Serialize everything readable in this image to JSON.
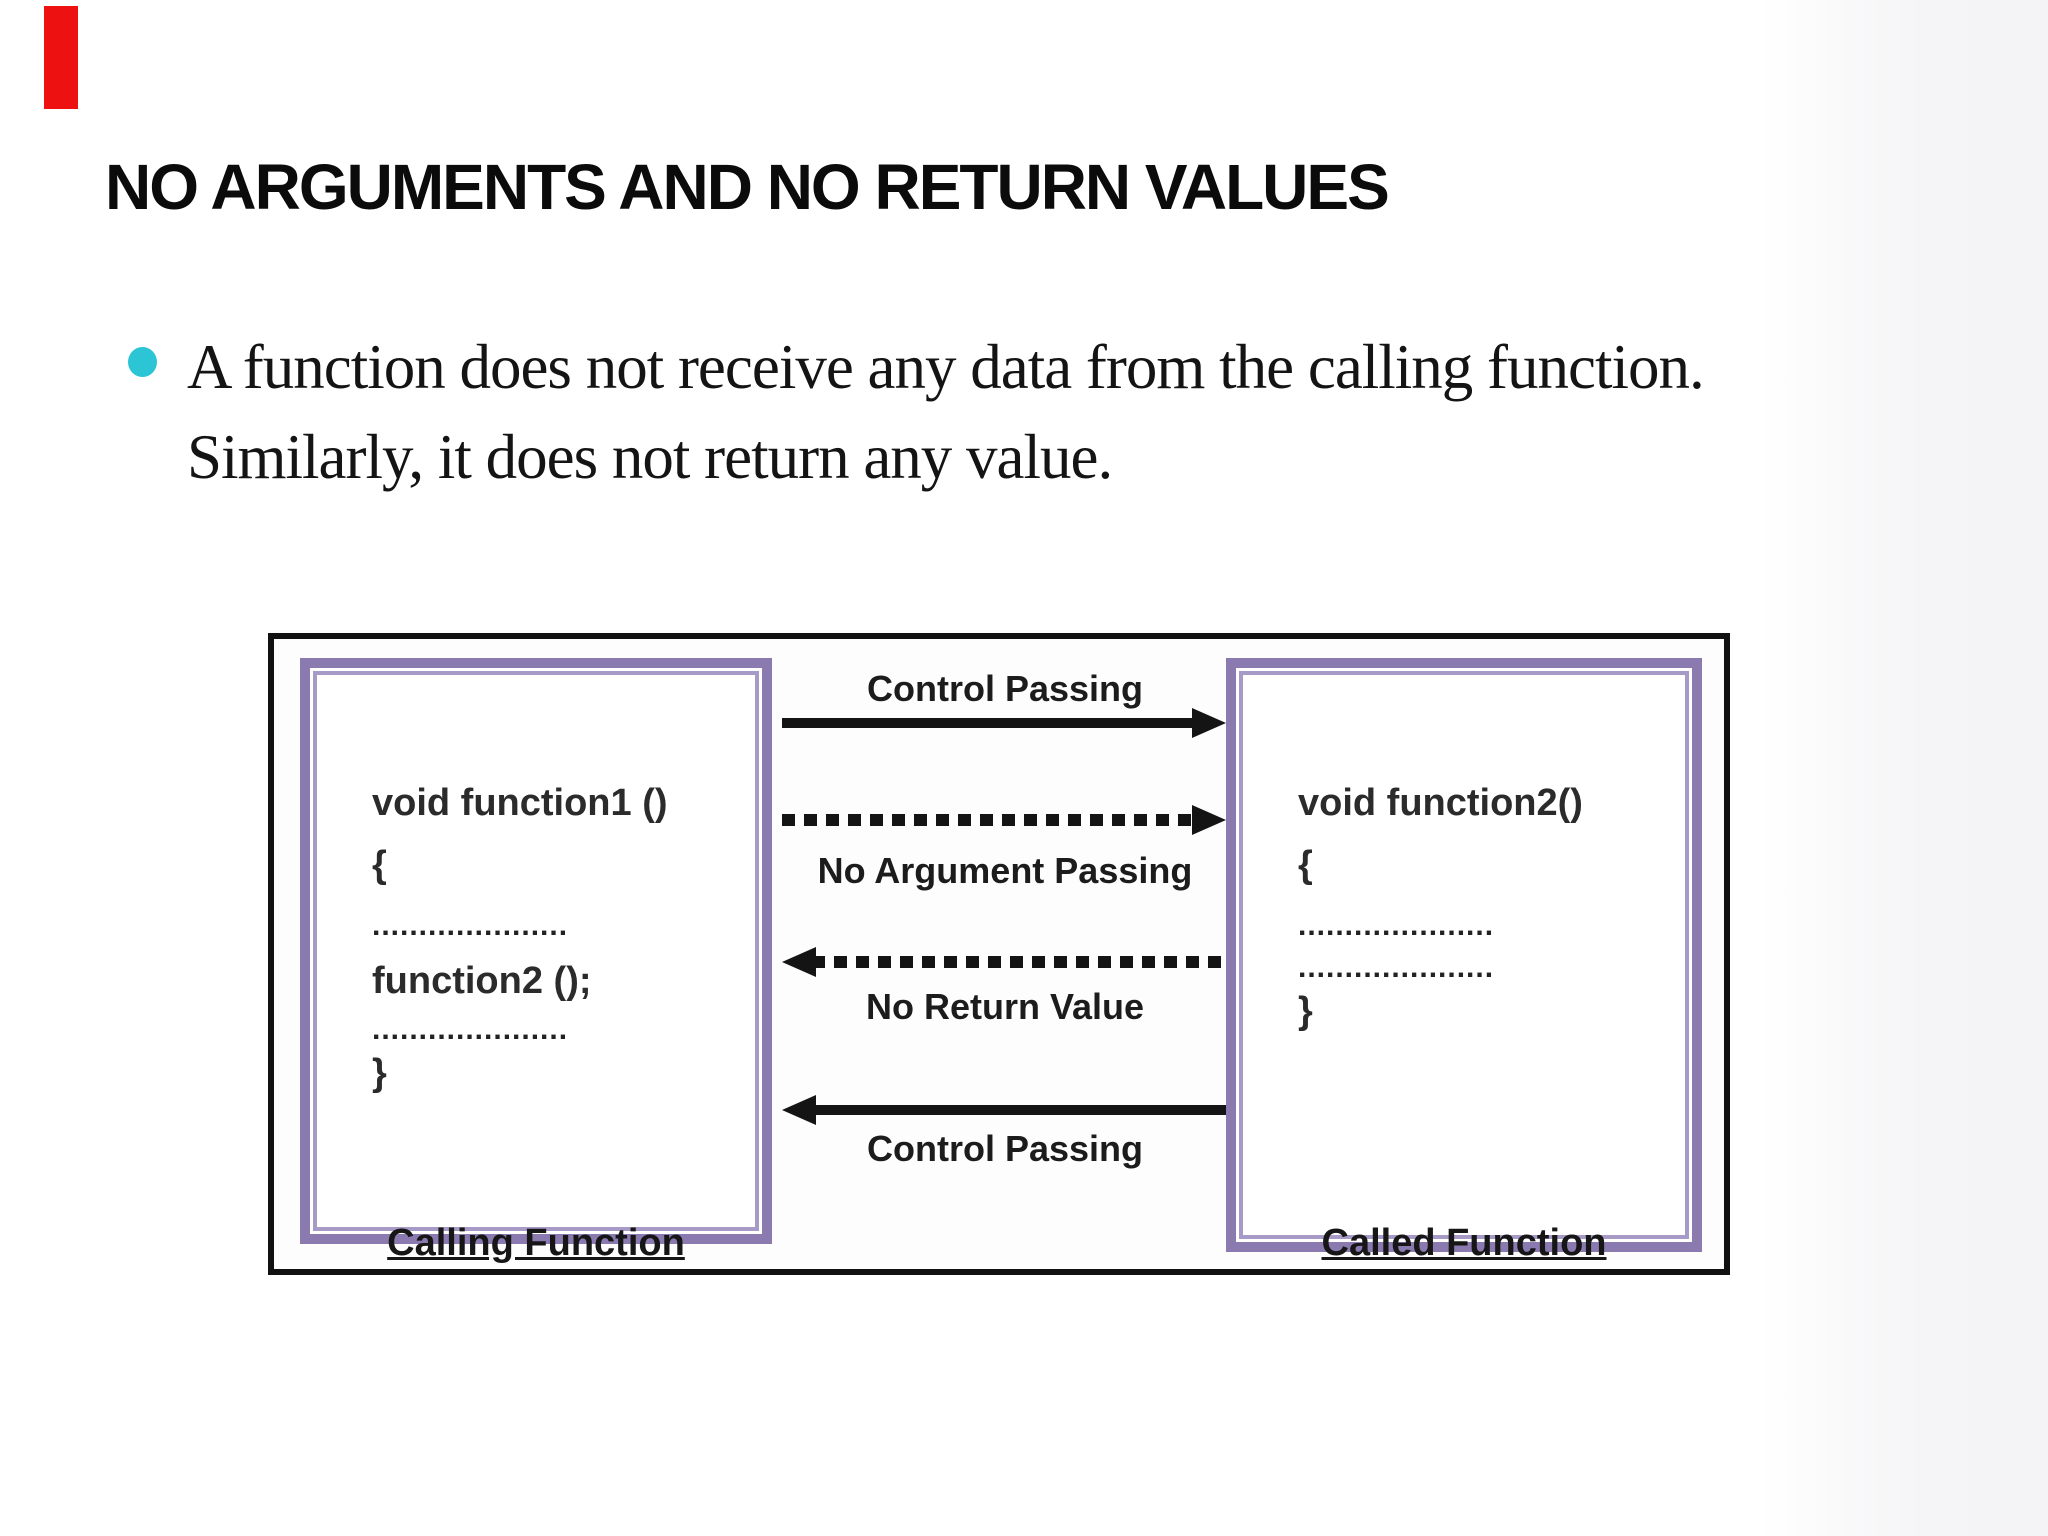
{
  "slide": {
    "title": "NO ARGUMENTS AND NO RETURN VALUES",
    "bullet": {
      "text": "A function does not receive any data from the calling function. Similarly, it does not return any value.",
      "marker_color": "#2bc5d6"
    },
    "red_marker_color": "#ee1111"
  },
  "diagram": {
    "left_box": {
      "label": "Calling Function",
      "lines": [
        "void function1 ()",
        "{",
        ".....................",
        "function2 ();",
        ".....................",
        "}"
      ]
    },
    "right_box": {
      "label": "Called Function",
      "lines": [
        "void function2()",
        "{",
        ".....................",
        ".....................",
        "}"
      ]
    },
    "arrows": [
      {
        "label": "Control Passing",
        "style": "solid",
        "direction": "right",
        "label_position": "above"
      },
      {
        "label": "No Argument Passing",
        "style": "dotted",
        "direction": "right",
        "label_position": "below"
      },
      {
        "label": "No Return Value",
        "style": "dotted",
        "direction": "left",
        "label_position": "below"
      },
      {
        "label": "Control Passing",
        "style": "solid",
        "direction": "left",
        "label_position": "below"
      }
    ],
    "colors": {
      "purple_border": "#8a7ab0",
      "purple_border_inner": "#a79ac6",
      "frame_border": "#111111",
      "arrow_color": "#141414"
    }
  }
}
